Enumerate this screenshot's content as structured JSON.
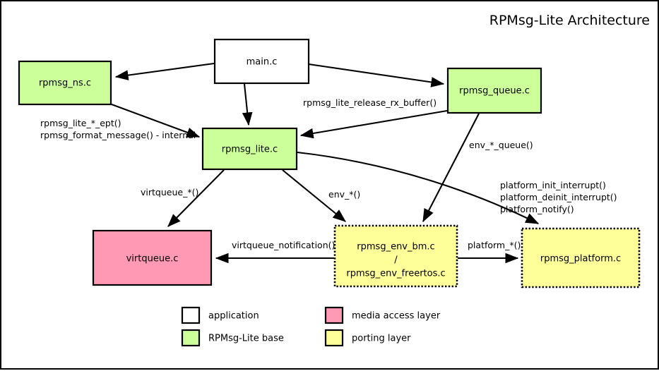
{
  "title": "RPMsg-Lite Architecture",
  "colors": {
    "application": "#ffffff",
    "rpmsg_lite_base": "#ccff99",
    "media_access_layer": "#ff99b4",
    "porting_layer": "#ffff99",
    "stroke": "#000000",
    "frame": "#000000"
  },
  "nodes": {
    "main": {
      "label": "main.c",
      "layer": "application"
    },
    "rpmsg_ns": {
      "label": "rpmsg_ns.c",
      "layer": "rpmsg_lite_base"
    },
    "rpmsg_queue": {
      "label": "rpmsg_queue.c",
      "layer": "rpmsg_lite_base"
    },
    "rpmsg_lite": {
      "label": "rpmsg_lite.c",
      "layer": "rpmsg_lite_base"
    },
    "virtqueue": {
      "label": "virtqueue.c",
      "layer": "media_access_layer"
    },
    "rpmsg_env": {
      "label_line1": "rpmsg_env_bm.c",
      "label_line2": "/",
      "label_line3": "rpmsg_env_freertos.c",
      "layer": "porting_layer"
    },
    "rpmsg_platform": {
      "label": "rpmsg_platform.c",
      "layer": "porting_layer"
    }
  },
  "edges": {
    "main_to_ns": {
      "label": ""
    },
    "main_to_lite": {
      "label": ""
    },
    "main_to_queue": {
      "label": ""
    },
    "ns_to_lite": {
      "label_line1": "rpmsg_lite_*_ept()",
      "label_line2": "rpmsg_format_message() - internal"
    },
    "queue_to_lite": {
      "label": "rpmsg_lite_release_rx_buffer()"
    },
    "queue_to_env": {
      "label": "env_*_queue()"
    },
    "lite_to_virtqueue": {
      "label": "virtqueue_*()"
    },
    "lite_to_env": {
      "label": "env_*()"
    },
    "lite_to_platform": {
      "label_line1": "platform_init_interrupt()",
      "label_line2": "platform_deinit_interrupt()",
      "label_line3": "platform_notify()"
    },
    "env_to_virtqueue": {
      "label": "virtqueue_notification()"
    },
    "env_to_platform": {
      "label": "platform_*()"
    }
  },
  "legend": [
    {
      "key": "application",
      "label": "application",
      "color": "#ffffff"
    },
    {
      "key": "rpmsg_lite_base",
      "label": "RPMsg-Lite base",
      "color": "#ccff99"
    },
    {
      "key": "media_access_layer",
      "label": "media access layer",
      "color": "#ff99b4"
    },
    {
      "key": "porting_layer",
      "label": "porting layer",
      "color": "#ffff99"
    }
  ]
}
